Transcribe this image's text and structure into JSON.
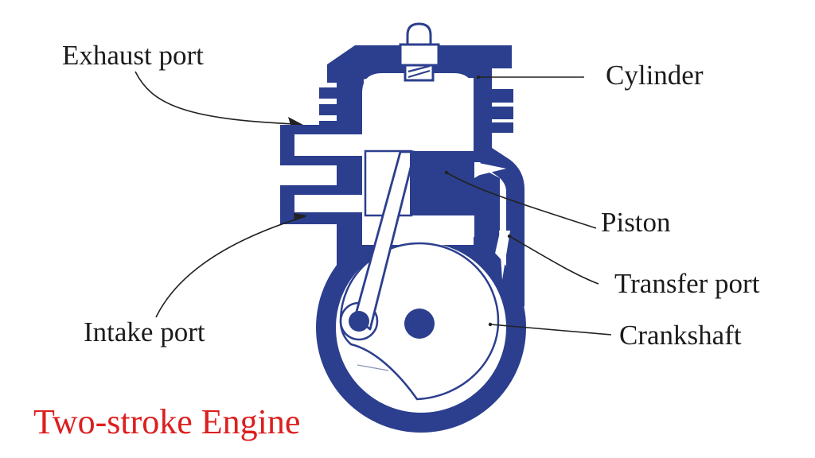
{
  "title": {
    "text": "Two-stroke Engine"
  },
  "labels": {
    "exhaust_port": "Exhaust port",
    "cylinder": "Cylinder",
    "piston": "Piston",
    "transfer_port": "Transfer port",
    "crankshaft": "Crankshaft",
    "intake_port": "Intake port"
  },
  "colors": {
    "engine_blue": "#2c3f8e",
    "label_text": "#1b1b1b",
    "title_red": "#dc1f1f",
    "leader_line": "#222222",
    "background": "#ffffff"
  }
}
